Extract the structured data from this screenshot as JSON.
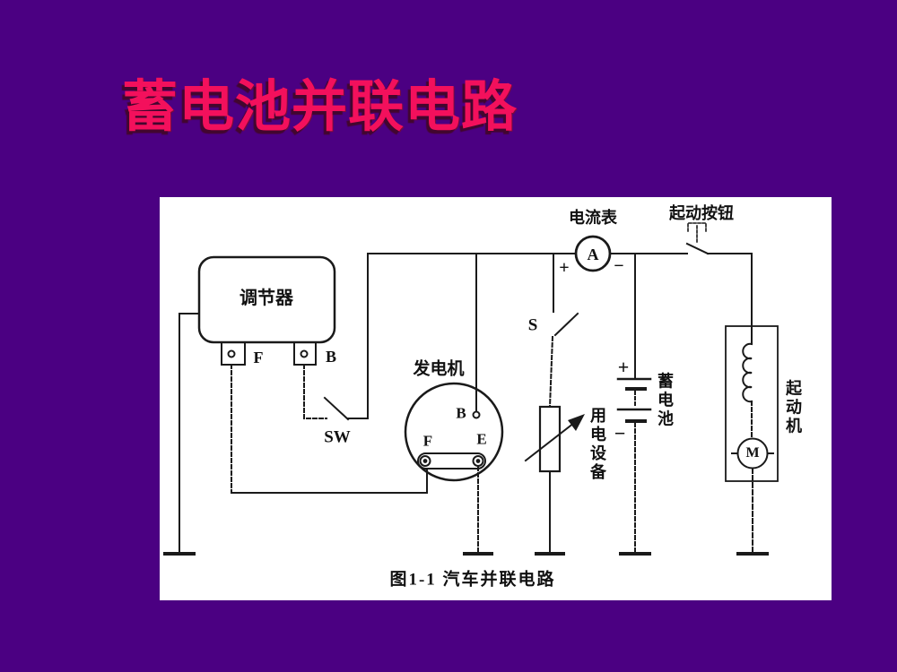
{
  "slide": {
    "title": "蓄电池并联电路",
    "background_color": "#4B0082",
    "title_color": "#F3105C",
    "panel_color": "#FFFFFF",
    "line_color": "#1a1a1a"
  },
  "diagram": {
    "caption": "图1-1 汽车并联电路",
    "components": {
      "regulator_label": "调节器",
      "regulator_terminal_f": "F",
      "regulator_terminal_b": "B",
      "switch_sw_label": "SW",
      "generator_label": "发电机",
      "generator_terminal_b": "B",
      "generator_terminal_f": "F",
      "generator_terminal_e": "E",
      "switch_s_label": "S",
      "ammeter_label": "电流表",
      "ammeter_symbol": "A",
      "ammeter_plus": "+",
      "ammeter_minus": "−",
      "start_button_label": "起动按钮",
      "battery_label": "蓄电池",
      "battery_plus": "+",
      "battery_minus": "−",
      "load_label": "用电设备",
      "starter_label": "起动机",
      "motor_symbol": "M"
    }
  }
}
